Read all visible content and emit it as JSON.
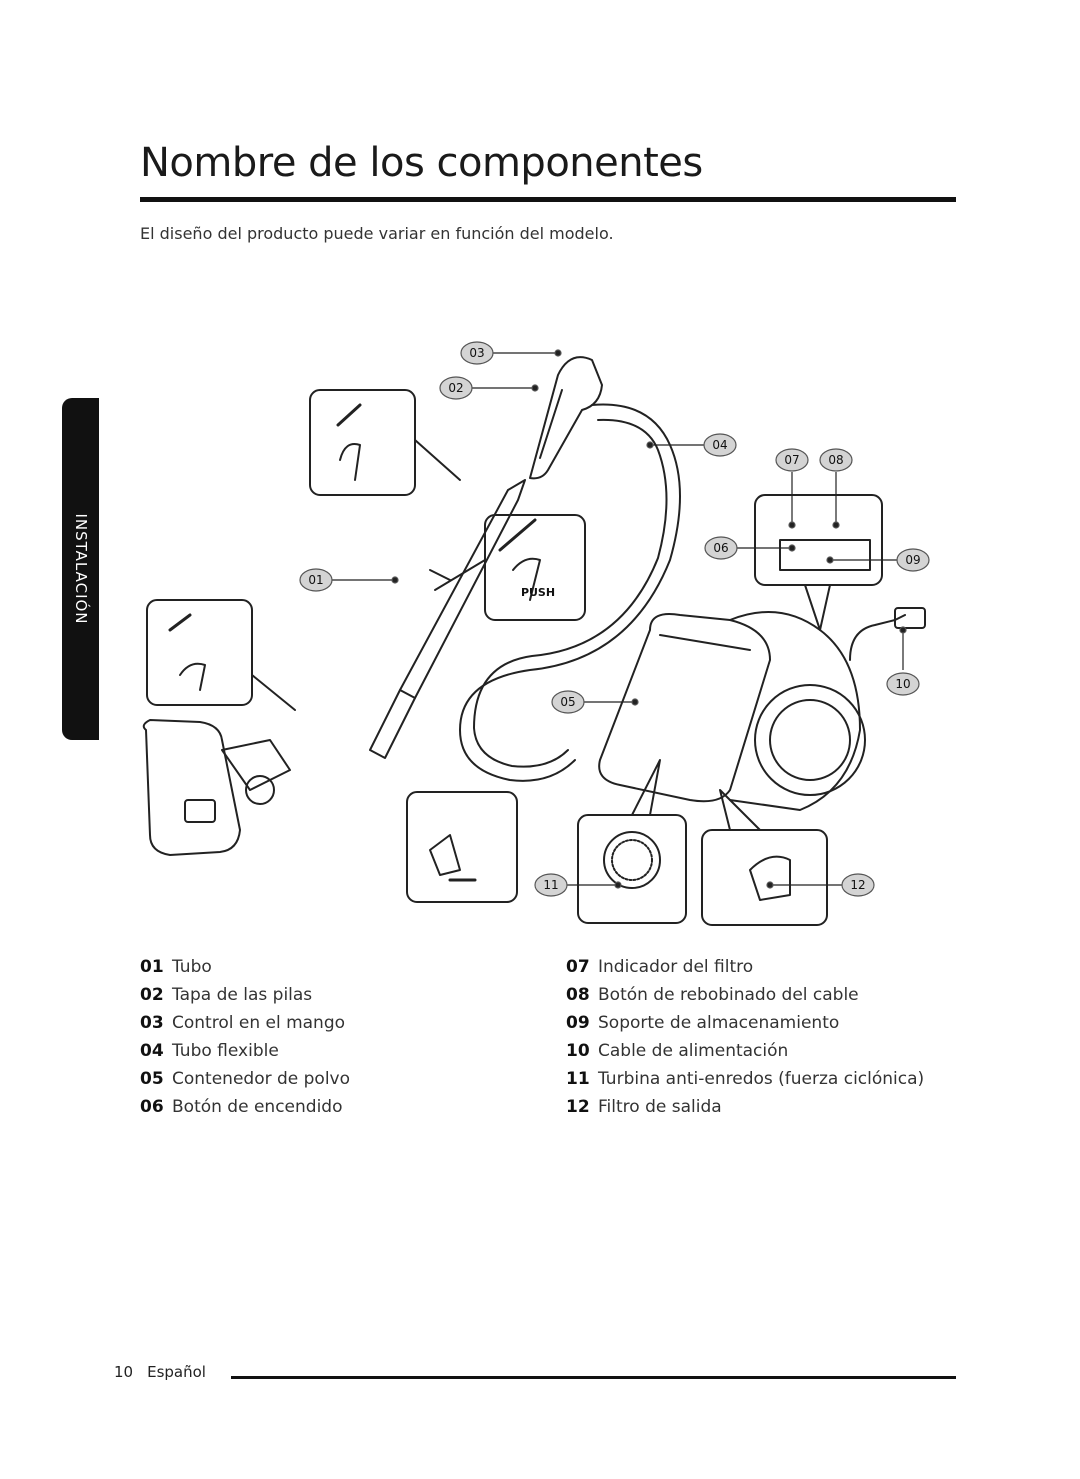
{
  "page": {
    "title": "Nombre de los componentes",
    "subtitle": "El diseño del producto puede variar en función del modelo.",
    "side_tab": "INSTALACIÓN"
  },
  "diagram": {
    "push_label": "PUSH",
    "callouts": [
      "01",
      "02",
      "03",
      "04",
      "05",
      "06",
      "07",
      "08",
      "09",
      "10",
      "11",
      "12"
    ]
  },
  "legend": {
    "left": [
      {
        "num": "01",
        "label": "Tubo"
      },
      {
        "num": "02",
        "label": "Tapa de las pilas"
      },
      {
        "num": "03",
        "label": "Control en el mango"
      },
      {
        "num": "04",
        "label": "Tubo flexible"
      },
      {
        "num": "05",
        "label": "Contenedor de polvo"
      },
      {
        "num": "06",
        "label": "Botón de encendido"
      }
    ],
    "right": [
      {
        "num": "07",
        "label": "Indicador del filtro"
      },
      {
        "num": "08",
        "label": "Botón de rebobinado del cable"
      },
      {
        "num": "09",
        "label": "Soporte de almacenamiento"
      },
      {
        "num": "10",
        "label": "Cable de alimentación"
      },
      {
        "num": "11",
        "label": "Turbina anti-enredos (fuerza ciclónica)"
      },
      {
        "num": "12",
        "label": "Filtro de salida"
      }
    ]
  },
  "footer": {
    "page_number": "10",
    "language": "Español"
  }
}
